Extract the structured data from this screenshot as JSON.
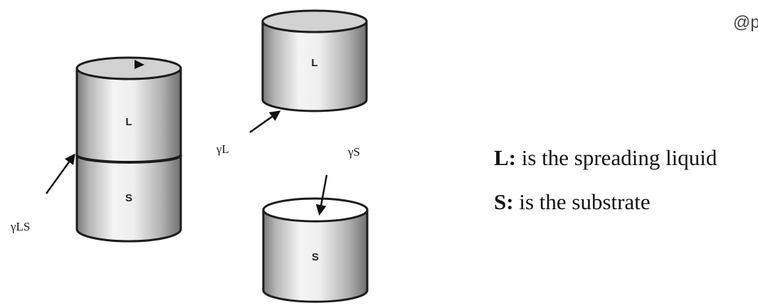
{
  "watermark": "@p",
  "cylinders": {
    "stack_top": {
      "label": "L"
    },
    "stack_bottom": {
      "label": "S"
    },
    "separate_liquid": {
      "label": "L"
    },
    "separate_substrate": {
      "label": "S"
    }
  },
  "tensions": {
    "liquid_substrate": "γLS",
    "liquid": "γL",
    "substrate": "γS"
  },
  "legend": {
    "l_key": "L:",
    "l_text": " is the spreading liquid",
    "s_key": "S:",
    "s_text": " is the substrate"
  }
}
